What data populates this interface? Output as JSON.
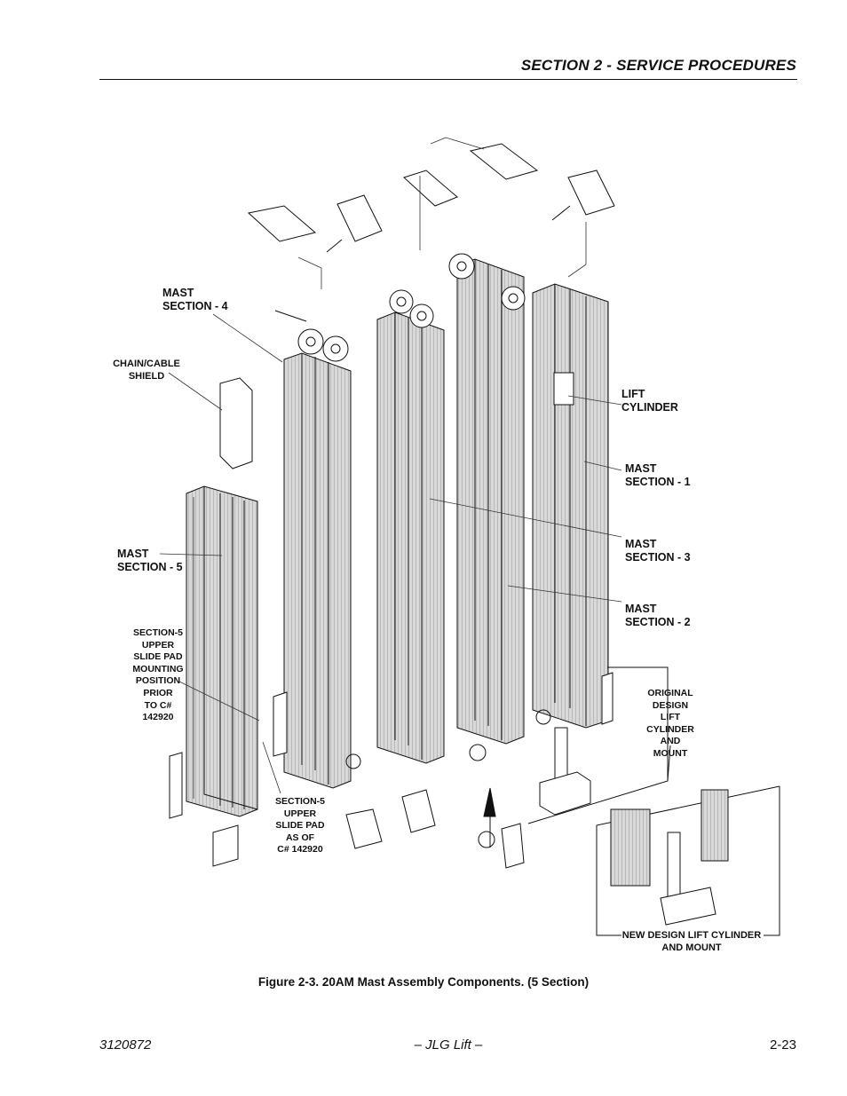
{
  "header": {
    "section_title": "SECTION 2 - SERVICE PROCEDURES"
  },
  "callouts": {
    "mast_section_4": "MAST\nSECTION - 4",
    "chain_cable_shield": "CHAIN/CABLE\nSHIELD",
    "lift_cylinder": "LIFT\nCYLINDER",
    "mast_section_1": "MAST\nSECTION - 1",
    "mast_section_3": "MAST\nSECTION - 3",
    "mast_section_2": "MAST\nSECTION - 2",
    "mast_section_5": "MAST\nSECTION - 5",
    "section5_prior": "SECTION-5\nUPPER\nSLIDE PAD\nMOUNTING\nPOSITION\nPRIOR\nTO C#\n142920",
    "section5_asof": "SECTION-5\nUPPER\nSLIDE PAD\nAS OF\nC# 142920",
    "original_design": "ORIGINAL\nDESIGN\nLIFT\nCYLINDER\nAND\nMOUNT",
    "new_design": "NEW DESIGN LIFT CYLINDER\nAND MOUNT"
  },
  "caption": "Figure 2-3.  20AM Mast Assembly Components. (5 Section)",
  "footer": {
    "doc_number": "3120872",
    "publisher": "– JLG Lift –",
    "page_number": "2-23"
  }
}
